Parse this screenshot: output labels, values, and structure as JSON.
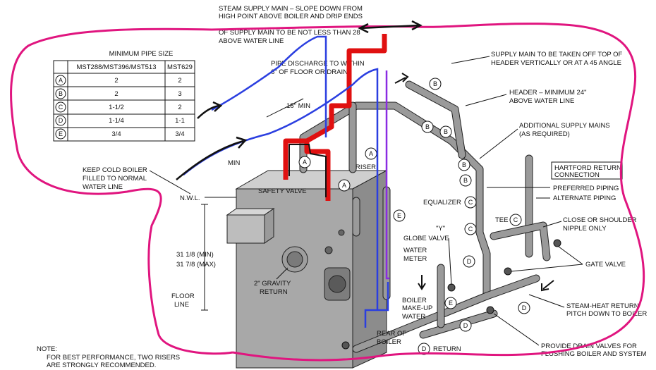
{
  "table": {
    "title": "MINIMUM PIPE SIZE",
    "col1": "MST288/MST396/MST513",
    "col2": "MST629",
    "rows": [
      {
        "key": "A",
        "v1": "2",
        "v2": "2"
      },
      {
        "key": "B",
        "v1": "2",
        "v2": "3"
      },
      {
        "key": "C",
        "v1": "1-1/2",
        "v2": "2"
      },
      {
        "key": "D",
        "v1": "1-1/4",
        "v2": "1-1"
      },
      {
        "key": "E",
        "v1": "3/4",
        "v2": "3/4"
      }
    ]
  },
  "labels": {
    "steam_main_1": "STEAM SUPPLY MAIN – SLOPE DOWN FROM",
    "steam_main_2": "HIGH POINT ABOVE BOILER AND DRIP ENDS",
    "steam_main_3": "OF SUPPLY MAIN TO BE NOT LESS THAN 28",
    "steam_main_4": "ABOVE WATER LINE",
    "supply_top_1": "SUPPLY MAIN TO BE TAKEN OFF TOP OF",
    "supply_top_2": "HEADER VERTICALLY OR AT A 45 ANGLE",
    "header_1": "HEADER – MINIMUM 24\"",
    "header_2": "ABOVE WATER LINE",
    "additional_1": "ADDITIONAL SUPPLY MAINS",
    "additional_2": "(AS REQUIRED)",
    "hartford_1": "HARTFORD RETURN",
    "hartford_2": "CONNECTION",
    "preferred": "PREFERRED PIPING",
    "alternate": "ALTERNATE PIPING",
    "equalizer": "EQUALIZER",
    "tee": "TEE",
    "close_nipple_1": "CLOSE OR SHOULDER",
    "close_nipple_2": "NIPPLE ONLY",
    "gate_valve": "GATE VALVE",
    "steam_return_1": "STEAM-HEAT RETURN",
    "steam_return_2": "PITCH DOWN TO BOILER",
    "drain_1": "PROVIDE DRAIN VALVES FOR",
    "drain_2": "FLUSHING BOILER AND SYSTEM",
    "return": "RETURN",
    "rear_1": "REAR OF",
    "rear_2": "BOILER",
    "makeup_1": "BOILER",
    "makeup_2": "MAKE-UP",
    "makeup_3": "WATER",
    "globe": "GLOBE VALVE",
    "y_mark": "\"Y\"",
    "meter_1": "WATER",
    "meter_2": "METER",
    "pipe_disch_1": "PIPE DISCHARGE TO WITHIN",
    "pipe_disch_2": "6\" OF FLOOR OR DRAIN",
    "riser": "RISER",
    "safety": "SAFETY VALVE",
    "min": "MIN",
    "dim_18": "18\" MIN",
    "keep_1": "KEEP COLD BOILER",
    "keep_2": "FILLED TO NORMAL",
    "keep_3": "WATER LINE",
    "nwl": "N.W.L.",
    "h_min": "31 1/8 (MIN)",
    "h_max": "31 7/8 (MAX)",
    "gravity_1": "2\" GRAVITY",
    "gravity_2": "RETURN",
    "floor_1": "FLOOR",
    "floor_2": "LINE",
    "note_title": "NOTE:",
    "note_1": "FOR BEST PERFORMANCE, TWO RISERS",
    "note_2": "ARE STRONGLY RECOMMENDED."
  },
  "bubbles": {
    "a": "A",
    "b": "B",
    "c": "C",
    "d": "D",
    "e": "E"
  },
  "colors": {
    "markup_pink": "#e0157f",
    "markup_red": "#e01010",
    "markup_blue": "#2b3fe0",
    "markup_purple": "#8a2be2",
    "boiler_body": "#a8a8a8",
    "pipe_fill": "#d9d9d9"
  }
}
